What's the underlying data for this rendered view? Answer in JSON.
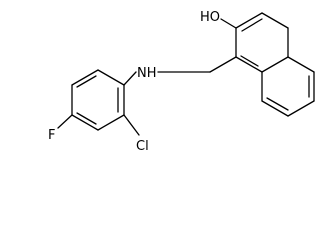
{
  "molecule": {
    "atoms": {
      "hydroxyl": "HO",
      "amine": "NH",
      "fluorine": "F",
      "chlorine": "Cl"
    },
    "colors": {
      "bond": "#000000",
      "label": "#000000",
      "background": "#ffffff"
    }
  }
}
